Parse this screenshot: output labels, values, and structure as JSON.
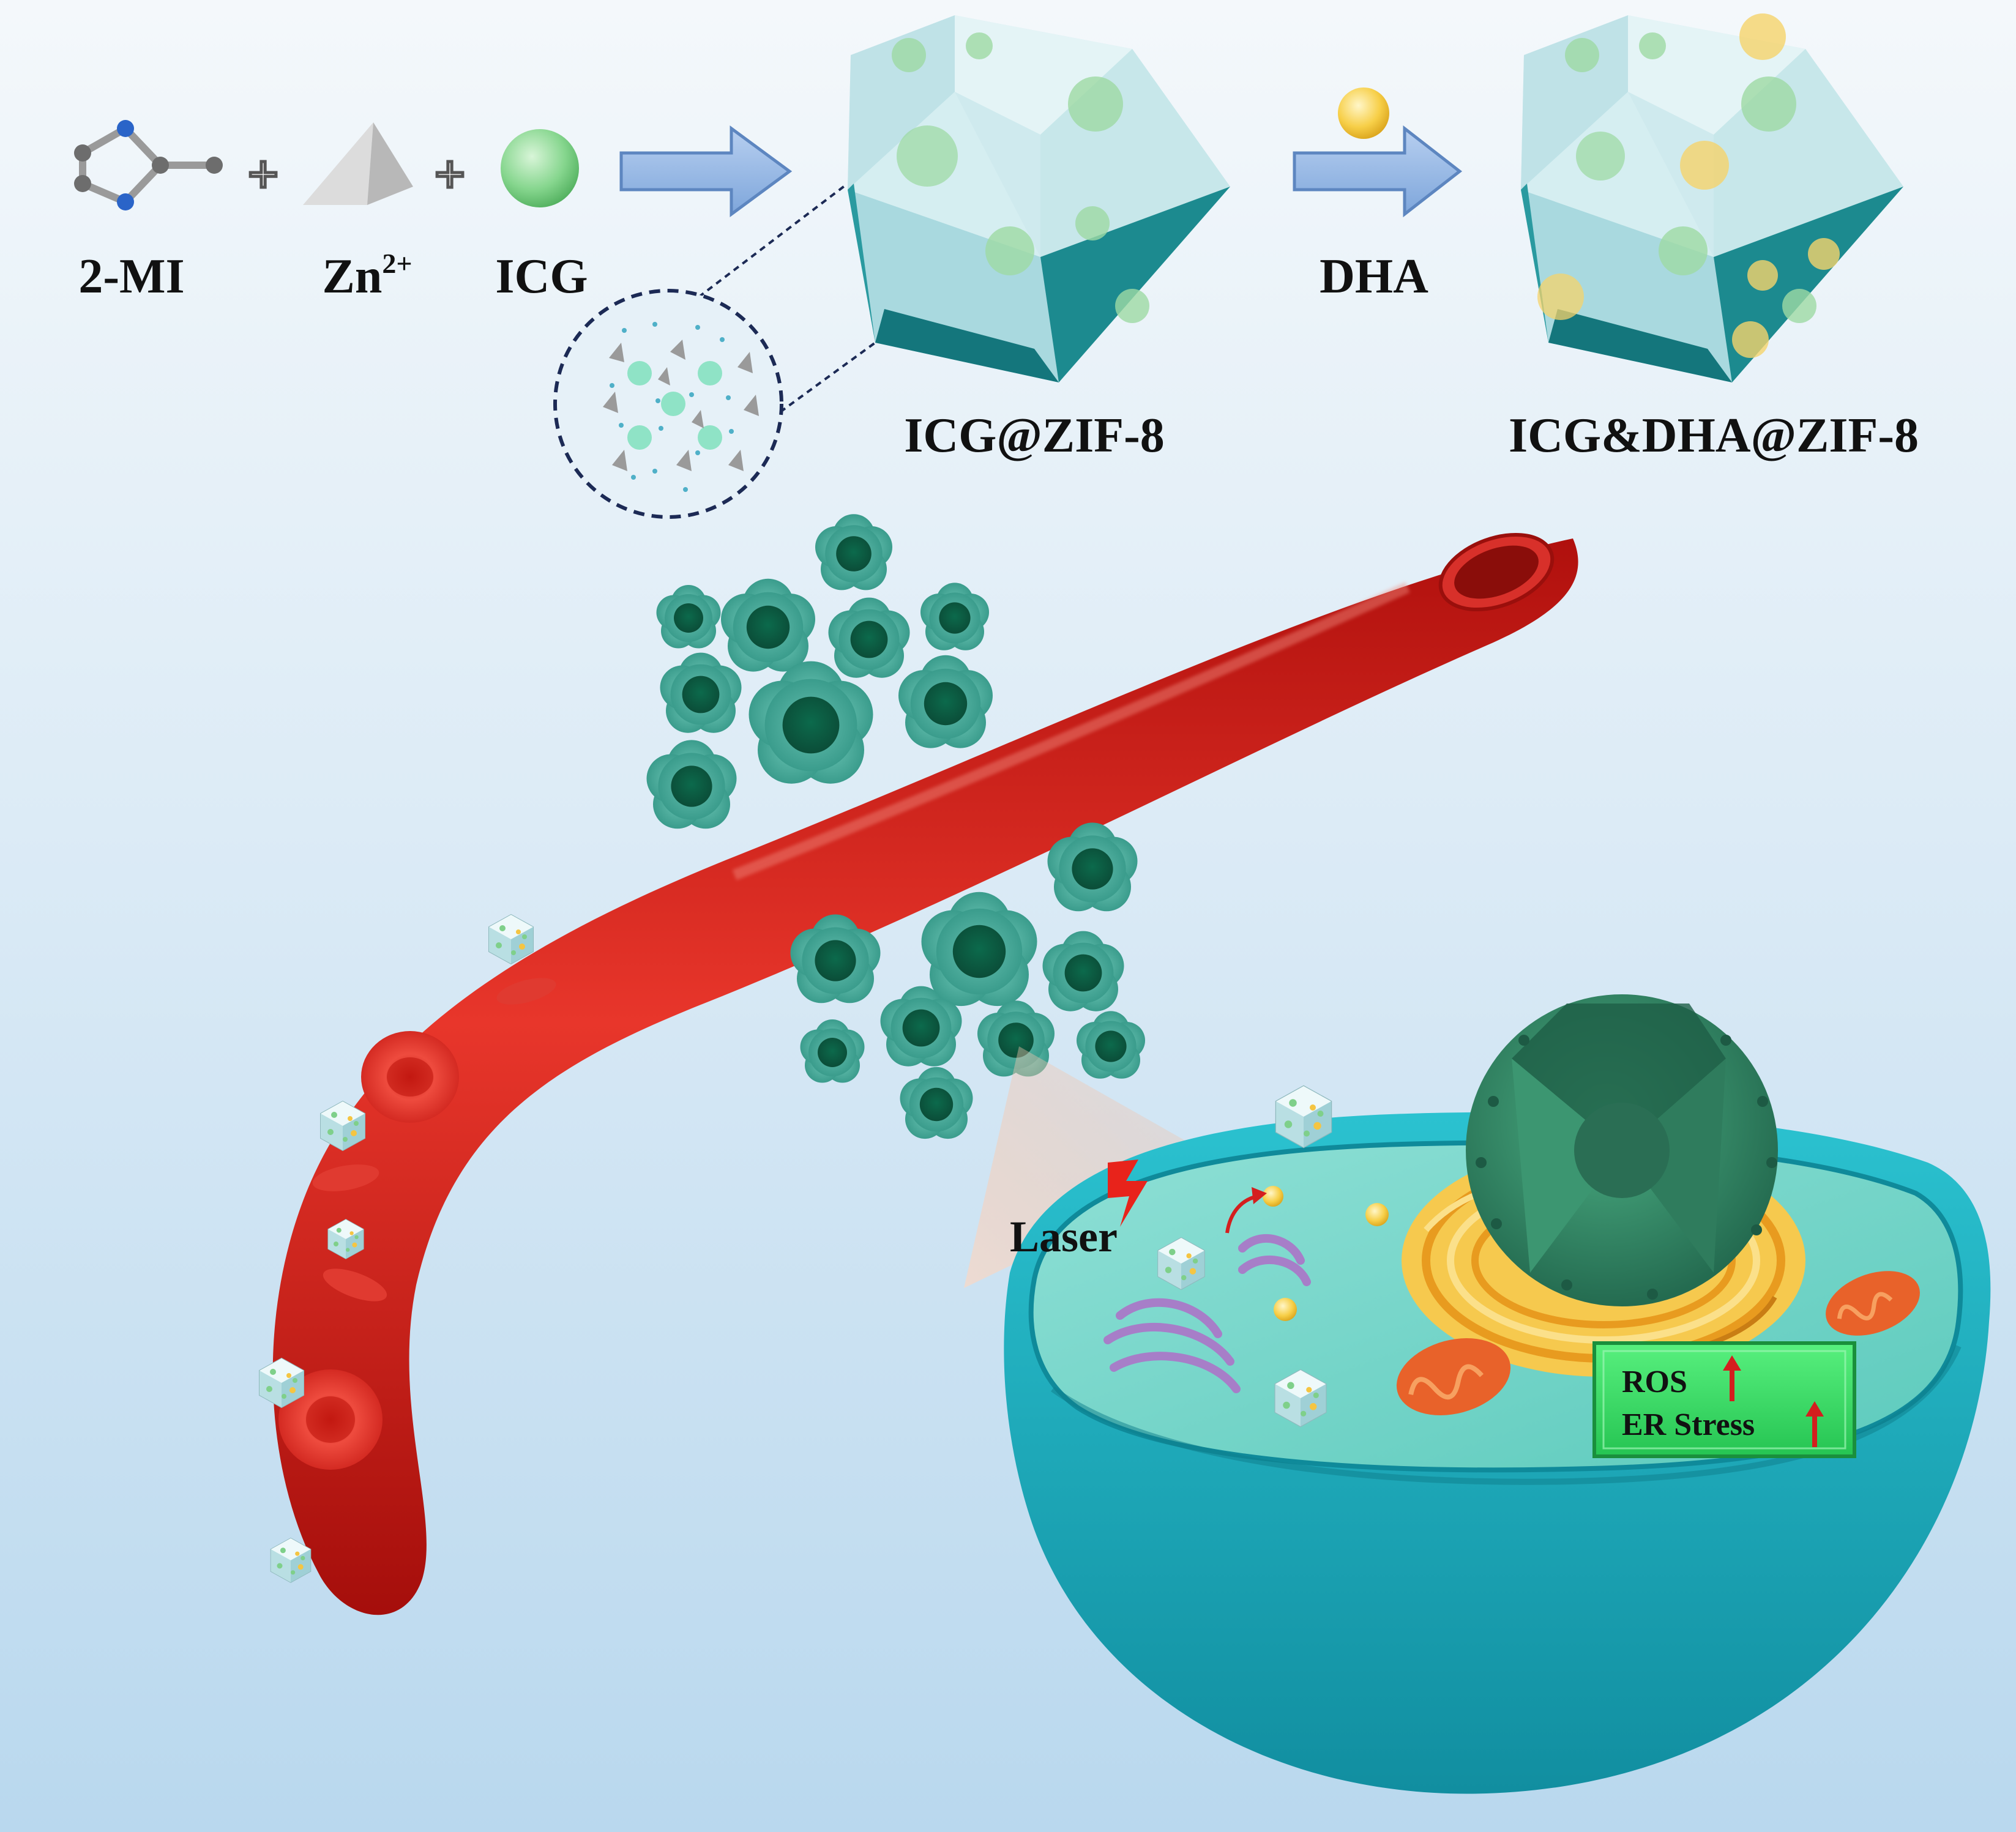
{
  "reactants": {
    "ligand_label": "2-MI",
    "metal_label_base": "Zn",
    "metal_label_charge": "2+",
    "dye_label": "ICG",
    "plus_symbol": "+"
  },
  "products": {
    "first_label": "ICG@ZIF-8",
    "drug_label": "DHA",
    "final_label": "ICG&DHA@ZIF-8"
  },
  "cell": {
    "laser_label": "Laser",
    "effect_ros": "ROS",
    "effect_er": "ER  Stress"
  },
  "colors": {
    "background_top": "#f4f8fb",
    "background_bottom": "#c3ddf0",
    "arrow_blue": "#8fb4e3",
    "icg_green": "#7fd08a",
    "dha_yellow": "#f5c542",
    "vessel_red": "#d42a22",
    "tumor_teal": "#3a9c8c",
    "cell_cyan": "#1aa8b8",
    "nucleus_green": "#2f8a66",
    "er_yellow": "#f2b93a",
    "mito_orange": "#e8622a",
    "golgi_purple": "#a77ec8",
    "effect_box_green": "#3ee26a",
    "up_arrow_red": "#d41e1e"
  }
}
